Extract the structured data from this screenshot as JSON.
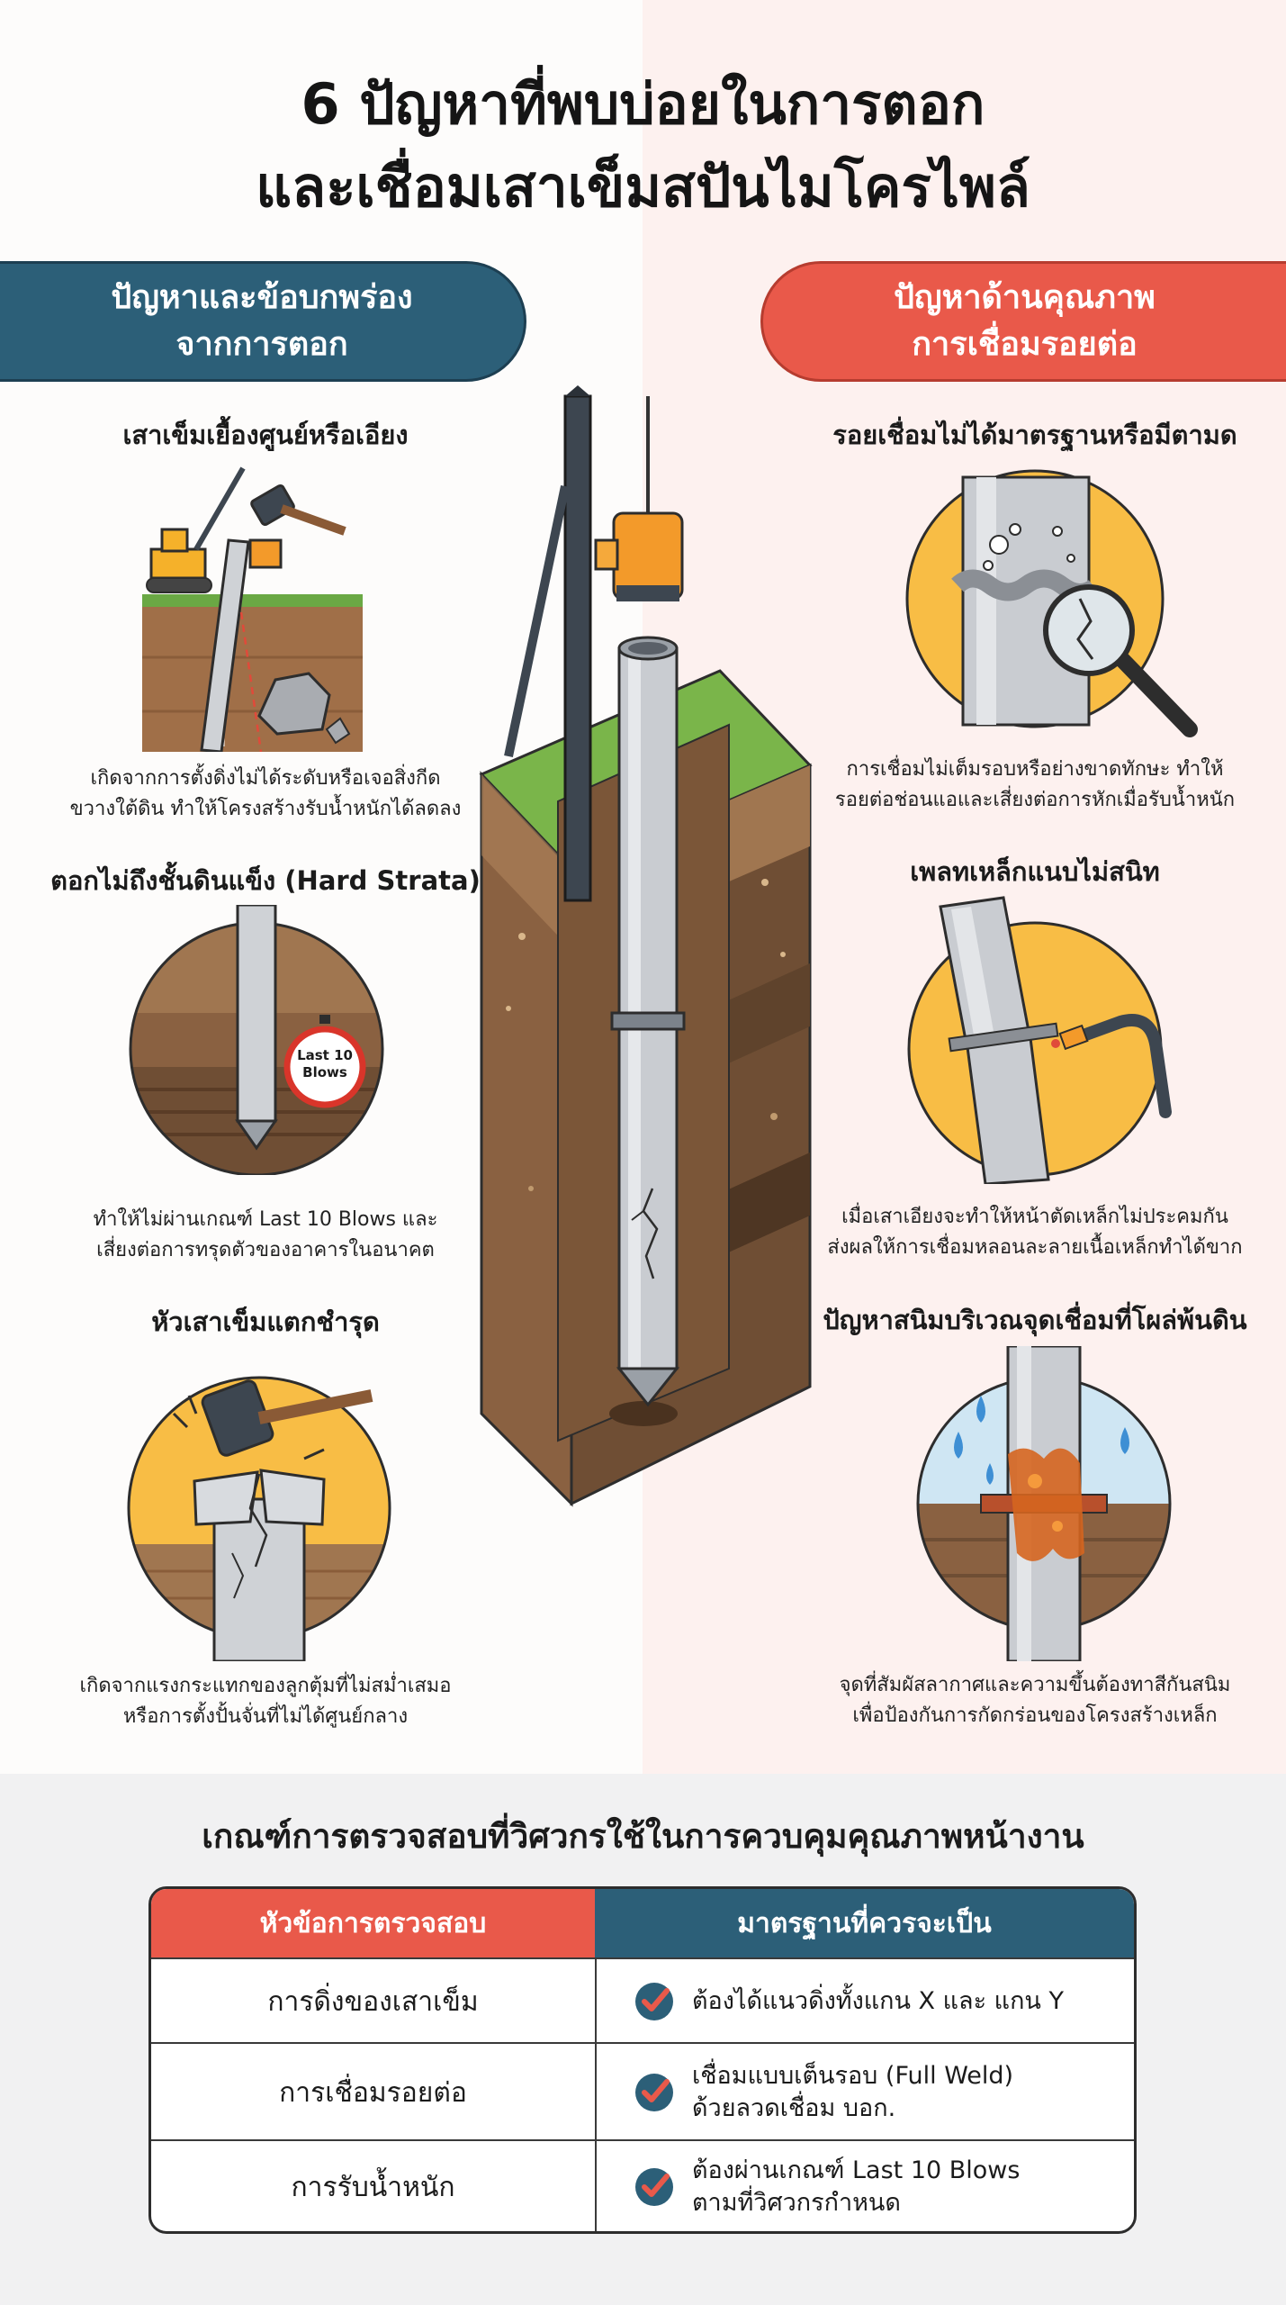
{
  "title": {
    "line1": "6 ปัญหาที่พบบ่อยในการตอก",
    "line2": "และเชื่อมเสาเข็มสปันไมโครไพล์"
  },
  "left_banner": {
    "line1": "ปัญหาและข้อบกพร่อง",
    "line2": "จากการตอก"
  },
  "right_banner": {
    "line1": "ปัญหาด้านคุณภาพ",
    "line2": "การเชื่อมรอยต่อ"
  },
  "left_sections": [
    {
      "title": "เสาเข็มเยื้องศูนย์หรือเอียง",
      "desc1": "เกิดจากการตั้งดิ่งไม่ได้ระดับหรือเจอสิ่งกีด",
      "desc2": "ขวางใต้ดิน ทำให้โครงสร้างรับน้ำหนักได้ลดลง"
    },
    {
      "title": "ตอกไม่ถึงชั้นดินแข็ง (Hard Strata)",
      "badge_line1": "Last 10",
      "badge_line2": "Blows",
      "desc1": "ทำให้ไม่ผ่านเกณฑ์ Last 10 Blows และ",
      "desc2": "เสี่ยงต่อการทรุดตัวของอาคารในอนาคต"
    },
    {
      "title": "หัวเสาเข็มแตกชำรุด",
      "desc1": "เกิดจากแรงกระแทกของลูกตุ้มที่ไม่สม่ำเสมอ",
      "desc2": "หรือการตั้งปั้นจั่นที่ไม่ได้ศูนย์กลาง"
    }
  ],
  "right_sections": [
    {
      "title": "รอยเชื่อมไม่ได้มาตรฐานหรือมีตามด",
      "desc1": "การเชื่อมไม่เต็มรอบหรือย่างขาดทักษะ ทำให้",
      "desc2": "รอยต่อช่อนแอและเสี่ยงต่อการหักเมื่อรับน้ำหนัก"
    },
    {
      "title": "เพลทเหล็กแนบไม่สนิท",
      "desc1": "เมื่อเสาเอียงจะทำให้หน้าตัดเหล็กไม่ประคมกัน",
      "desc2": "ส่งผลให้การเชื่อมหลอนละลายเนื้อเหล็กทำได้ขาก"
    },
    {
      "title": "ปัญหาสนิมบริเวณจุดเชื่อมที่โผล่พ้นดิน",
      "desc1": "จุดที่สัมผัสลากาศและความขึ้นต้องทาสีกันสนิม",
      "desc2": "เพื่อป้องกันการกัดกร่อนของโครงสร้างเหล็ก"
    }
  ],
  "table": {
    "title": "เกณฑ์การตรวจสอบที่วิศวกรใช้ในการควบคุมคุณภาพหน้างาน",
    "header_left": "หัวข้อการตรวจสอบ",
    "header_right": "มาตรฐานที่ควรจะเป็น",
    "rows": [
      {
        "topic": "การดิ่งของเสาเข็ม",
        "standard1": "ต้องได้แนวดิ่งทั้งแกน X และ แกน Y",
        "standard2": ""
      },
      {
        "topic": "การเชื่อมรอยต่อ",
        "standard1": "เชื่อมแบบเต็นรอบ (Full Weld)",
        "standard2": "ด้วยลวดเชื่อม บอก."
      },
      {
        "topic": "การรับน้ำหนัก",
        "standard1": "ต้องผ่านเกณฑ์ Last 10 Blows",
        "standard2": "ตามที่วิศวกรกำหนด"
      }
    ]
  },
  "colors": {
    "navy": "#2c5f78",
    "coral": "#e9594a",
    "sun": "#f8bd45",
    "soil": "#8a6141",
    "grass": "#7ab54a",
    "steel": "#c9ccd1",
    "orange": "#f39a2a"
  },
  "icons": [
    "crane-icon",
    "hammer-icon",
    "boulder-icon",
    "stopwatch-icon",
    "magnifier-icon",
    "welding-torch-icon",
    "water-drop-icon",
    "check-icon"
  ]
}
